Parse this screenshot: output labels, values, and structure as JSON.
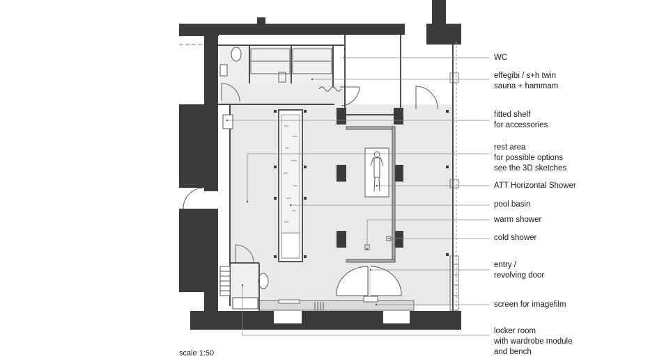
{
  "labels": {
    "wc": [
      "WC"
    ],
    "sauna": [
      "effegibi / s+h twin",
      "sauna + hammam"
    ],
    "shelf": [
      "fitted shelf",
      "for accessories"
    ],
    "rest": [
      "rest area",
      "for possible options",
      "see the 3D sketches"
    ],
    "att": [
      "ATT Horizontal Shower"
    ],
    "pool": [
      "pool basin"
    ],
    "warm": [
      "warm shower"
    ],
    "cold": [
      "cold shower"
    ],
    "entry": [
      "entry /",
      "revolving door"
    ],
    "screen": [
      "screen for imagefilm"
    ],
    "locker": [
      "locker room",
      "with wardrobe module",
      "and bench"
    ]
  },
  "scale": "scale 1:50",
  "colors": {
    "wall": "#3b3b3b",
    "floor": "#e9e9e9",
    "line": "#555555",
    "leader": "#8a8a8a"
  }
}
